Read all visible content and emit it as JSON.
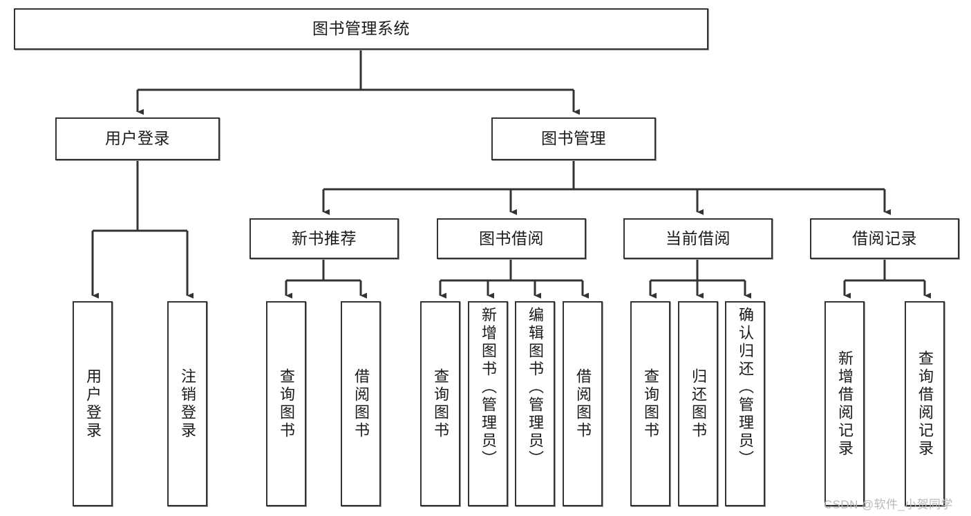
{
  "diagram": {
    "title": "图书管理系统",
    "type": "tree-hierarchy-diagram",
    "colors": {
      "node_border": "#333333",
      "node_fill": "#ffffff",
      "edge": "#333333",
      "background": "#ffffff",
      "watermark": "#b9b9b9"
    },
    "levels": {
      "root": {
        "label": "图书管理系统"
      },
      "level2": [
        {
          "id": "user-login",
          "label": "用户登录"
        },
        {
          "id": "book-management",
          "label": "图书管理"
        }
      ],
      "level3": [
        {
          "id": "new-book-recommend",
          "label": "新书推荐"
        },
        {
          "id": "book-borrow",
          "label": "图书借阅"
        },
        {
          "id": "current-borrow",
          "label": "当前借阅"
        },
        {
          "id": "borrow-record",
          "label": "借阅记录"
        }
      ],
      "leaves": {
        "user-login": [
          {
            "id": "leaf-user-login",
            "label": "用户登录"
          },
          {
            "id": "leaf-logout-login",
            "label": "注销登录"
          }
        ],
        "new-book-recommend": [
          {
            "id": "leaf-query-book-1",
            "label": "查询图书"
          },
          {
            "id": "leaf-borrow-book-1",
            "label": "借阅图书"
          }
        ],
        "book-borrow": [
          {
            "id": "leaf-query-book-2",
            "label": "查询图书"
          },
          {
            "id": "leaf-add-book",
            "label": "新增图书（管理员）"
          },
          {
            "id": "leaf-edit-book",
            "label": "编辑图书（管理员）"
          },
          {
            "id": "leaf-borrow-book-2",
            "label": "借阅图书"
          }
        ],
        "current-borrow": [
          {
            "id": "leaf-query-book-3",
            "label": "查询图书"
          },
          {
            "id": "leaf-return-book",
            "label": "归还图书"
          },
          {
            "id": "leaf-confirm-return",
            "label": "确认归还（管理员）"
          }
        ],
        "borrow-record": [
          {
            "id": "leaf-add-record",
            "label": "新增借阅记录"
          },
          {
            "id": "leaf-query-record",
            "label": "查询借阅记录"
          }
        ]
      }
    },
    "watermark": "CSDN @软件_小贺同学"
  }
}
